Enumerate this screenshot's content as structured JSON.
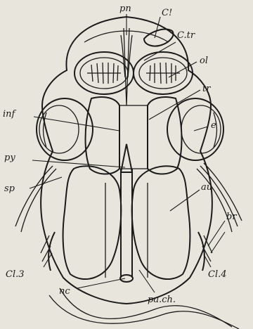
{
  "figure": {
    "labels": {
      "pn": "pn",
      "c1": "C!",
      "ctr": "C.tr",
      "ol": "ol",
      "tr": "tr",
      "inf": "inf",
      "e": "e",
      "py": "py",
      "sp": "sp",
      "au": "au",
      "br": "br",
      "cl3": "Cl.3",
      "cl4": "Cl.4",
      "nc": "nc",
      "pach": "pa.ch."
    },
    "colors": {
      "ink": "#1a1a1a",
      "paper": "#e8e5dc",
      "stipple": "#3a3a3a"
    }
  }
}
